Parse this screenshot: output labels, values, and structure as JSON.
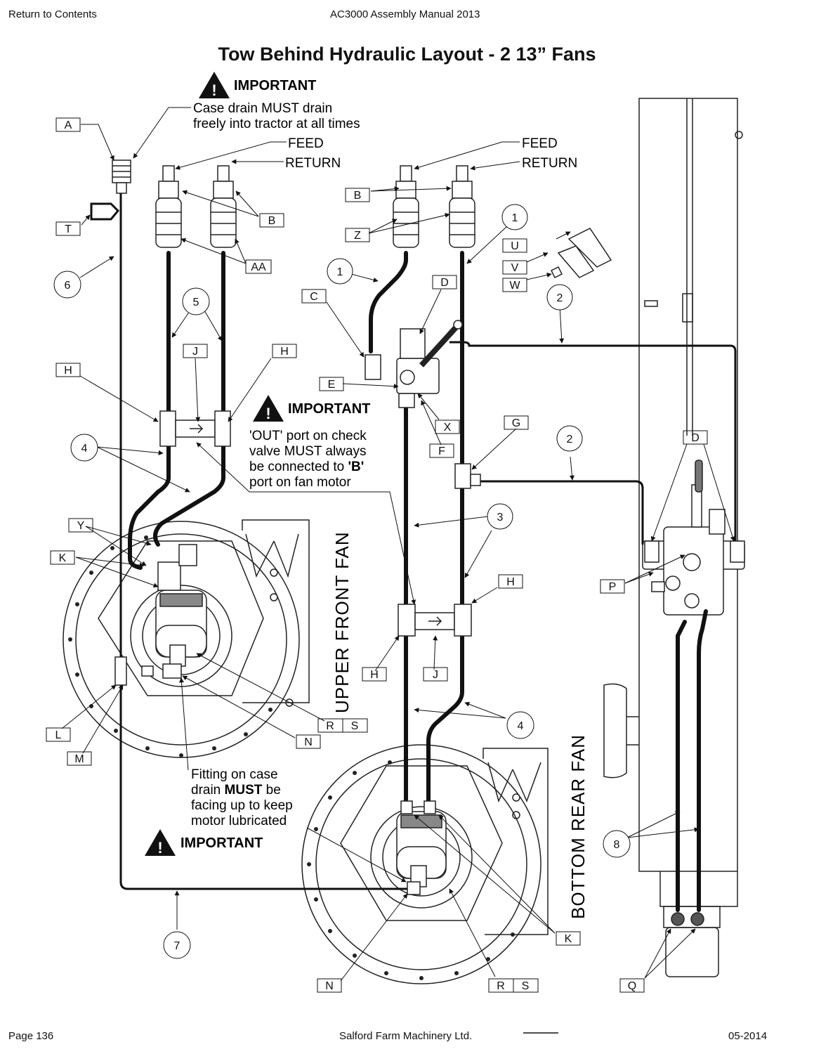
{
  "header": {
    "link": "Return to Contents",
    "manual": "AC3000 Assembly Manual 2013"
  },
  "title": "Tow Behind Hydraulic Layout - 2 13” Fans",
  "notes": {
    "important": "IMPORTANT",
    "case_drain_1": "Case drain MUST drain",
    "case_drain_2": "freely into tractor at all times",
    "feed": "FEED",
    "return": "RETURN",
    "out_port_1": "'OUT' port on check",
    "out_port_2": "valve MUST always",
    "out_port_3_pre": "be connected to ",
    "out_port_3_b": "'B'",
    "out_port_4": "port on fan motor",
    "fitting_1": "Fitting on case",
    "fitting_2_pre": "drain ",
    "fitting_2_b": "MUST",
    "fitting_2_post": " be",
    "fitting_3": "facing up to keep",
    "fitting_4": "motor lubricated"
  },
  "fans": {
    "upper": "UPPER FRONT FAN",
    "bottom": "BOTTOM REAR FAN"
  },
  "labels": {
    "A": "A",
    "B": "B",
    "C": "C",
    "D": "D",
    "E": "E",
    "F": "F",
    "G": "G",
    "H": "H",
    "J": "J",
    "K": "K",
    "L": "L",
    "M": "M",
    "N": "N",
    "P": "P",
    "Q": "Q",
    "R": "R",
    "S": "S",
    "T": "T",
    "U": "U",
    "V": "V",
    "W": "W",
    "X": "X",
    "Y": "Y",
    "Z": "Z",
    "AA": "AA"
  },
  "callouts": {
    "c1": "1",
    "c2": "2",
    "c3": "3",
    "c4": "4",
    "c5": "5",
    "c6": "6",
    "c7": "7",
    "c8": "8"
  },
  "footer": {
    "page": "Page 136",
    "company": "Salford Farm Machinery Ltd.",
    "date": "05-2014"
  }
}
